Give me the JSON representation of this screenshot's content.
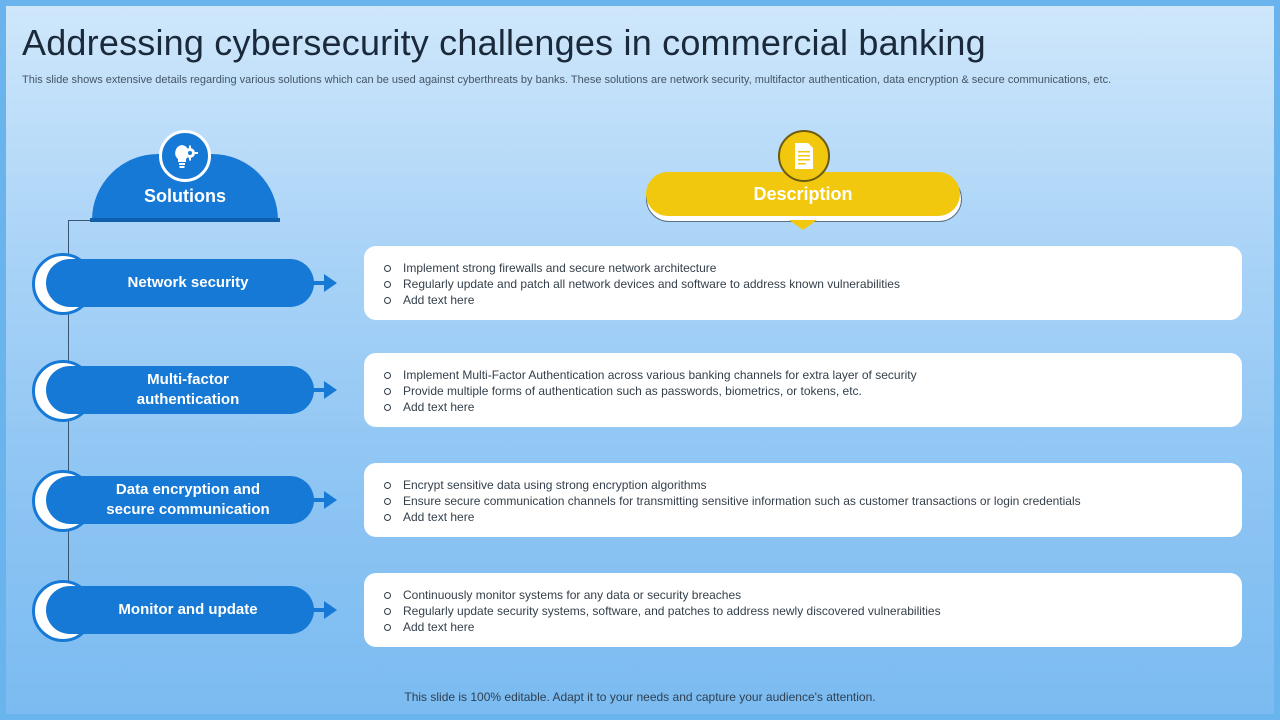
{
  "title": "Addressing cybersecurity challenges in commercial banking",
  "subtitle": "This slide shows extensive details regarding various solutions which can be used against cyberthreats by banks. These solutions are network security, multifactor authentication, data encryption & secure communications, etc.",
  "solutions_header": "Solutions",
  "description_header": "Description",
  "icons": {
    "solutions": "bulb-gear-icon",
    "description": "document-icon"
  },
  "colors": {
    "blue": "#1779d6",
    "yellow": "#f2c80f"
  },
  "rows": [
    {
      "label": "Network security",
      "points": [
        "Implement strong firewalls and secure network architecture",
        "Regularly update and patch all network devices and software to address known vulnerabilities",
        "Add text here"
      ]
    },
    {
      "label": "Multi-factor authentication",
      "points": [
        "Implement Multi-Factor Authentication across various banking channels for extra layer of security",
        "Provide multiple forms of authentication such as passwords, biometrics, or tokens, etc.",
        "Add text here"
      ]
    },
    {
      "label": "Data encryption and secure communication",
      "points": [
        "Encrypt sensitive data using strong encryption algorithms",
        "Ensure secure communication channels for transmitting sensitive information such as customer transactions or login credentials",
        "Add text here"
      ]
    },
    {
      "label": "Monitor and update",
      "points": [
        "Continuously monitor systems for any data or security breaches",
        "Regularly update security systems, software, and patches to address newly discovered vulnerabilities",
        "Add text here"
      ]
    }
  ],
  "footer": "This slide is 100% editable. Adapt it to your needs and capture your audience's attention."
}
